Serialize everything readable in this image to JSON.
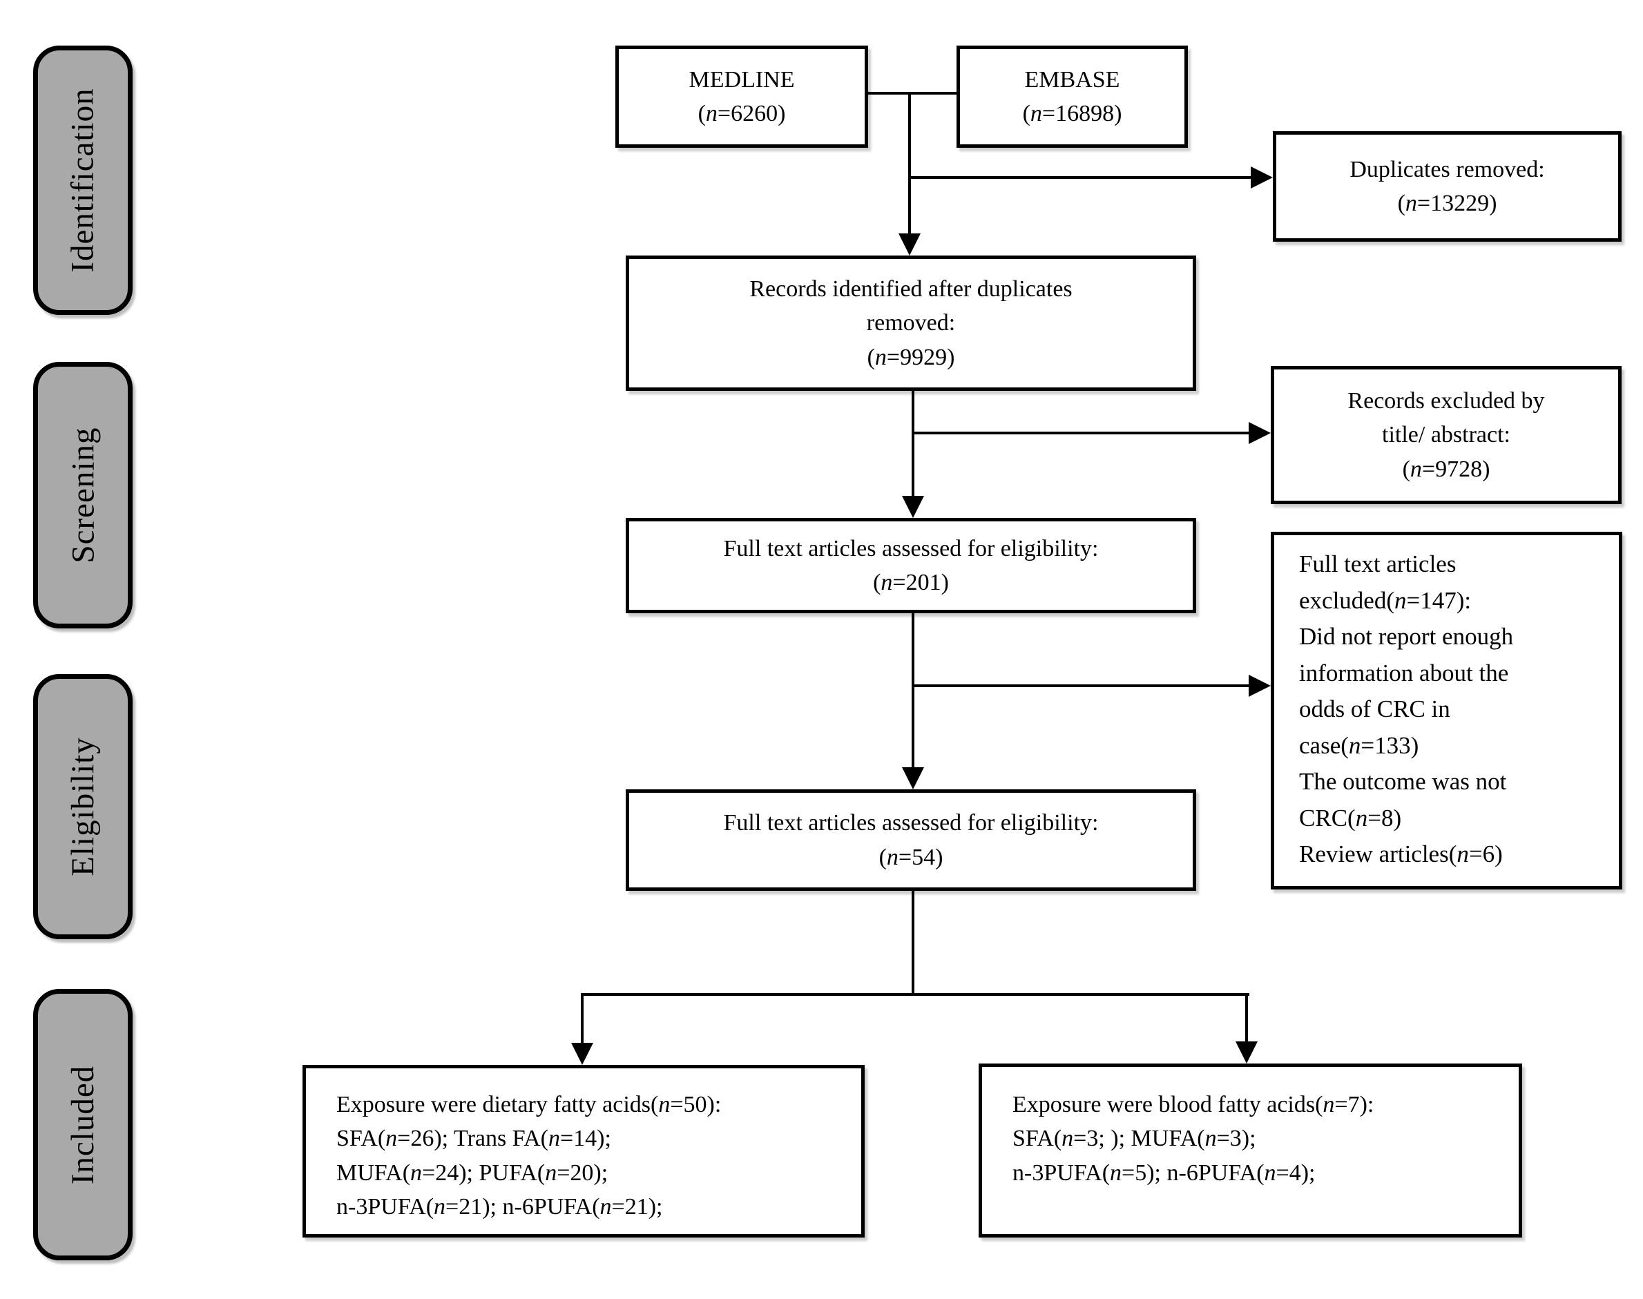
{
  "diagram": {
    "kind": "PRISMA flow diagram",
    "stages": [
      {
        "id": "identification",
        "label": "Identification"
      },
      {
        "id": "screening",
        "label": "Screening"
      },
      {
        "id": "eligibility",
        "label": "Eligibility"
      },
      {
        "id": "included",
        "label": "Included"
      }
    ],
    "boxes": {
      "medline": {
        "lines": [
          "MEDLINE",
          "(n=6260)"
        ]
      },
      "embase": {
        "lines": [
          "EMBASE",
          "(n=16898)"
        ]
      },
      "duplicates_removed": {
        "lines": [
          "Duplicates removed:",
          "(n=13229)"
        ]
      },
      "records_identified": {
        "lines": [
          "Records identified after duplicates",
          "removed:",
          "(n=9929)"
        ]
      },
      "records_excluded": {
        "lines": [
          "Records excluded by",
          "title/ abstract:",
          "(n=9728)"
        ]
      },
      "fulltext_assessed_201": {
        "lines": [
          "Full text articles assessed for eligibility:",
          "(n=201)"
        ]
      },
      "fulltext_excluded": {
        "lines": [
          "Full text articles",
          "excluded(n=147):",
          "Did not report enough",
          "information about the",
          "odds of CRC in",
          "case(n=133)",
          "The outcome was not",
          "CRC(n=8)",
          "Review articles(n=6)"
        ]
      },
      "fulltext_assessed_54": {
        "lines": [
          "Full text articles assessed for eligibility:",
          "(n=54)"
        ]
      },
      "dietary_fatty_acids": {
        "lines": [
          "Exposure were dietary fatty acids(n=50):",
          "SFA(n=26); Trans FA(n=14);",
          "MUFA(n=24); PUFA(n=20);",
          "n-3PUFA(n=21); n-6PUFA(n=21);"
        ]
      },
      "blood_fatty_acids": {
        "lines": [
          "Exposure were blood fatty acids(n=7):",
          "SFA(n=3; ); MUFA(n=3);",
          "n-3PUFA(n=5); n-6PUFA(n=4);"
        ]
      }
    },
    "colors": {
      "stage_fill": "#a9a9a9",
      "box_border": "#000000",
      "text": "#000000",
      "background": "#ffffff"
    }
  }
}
